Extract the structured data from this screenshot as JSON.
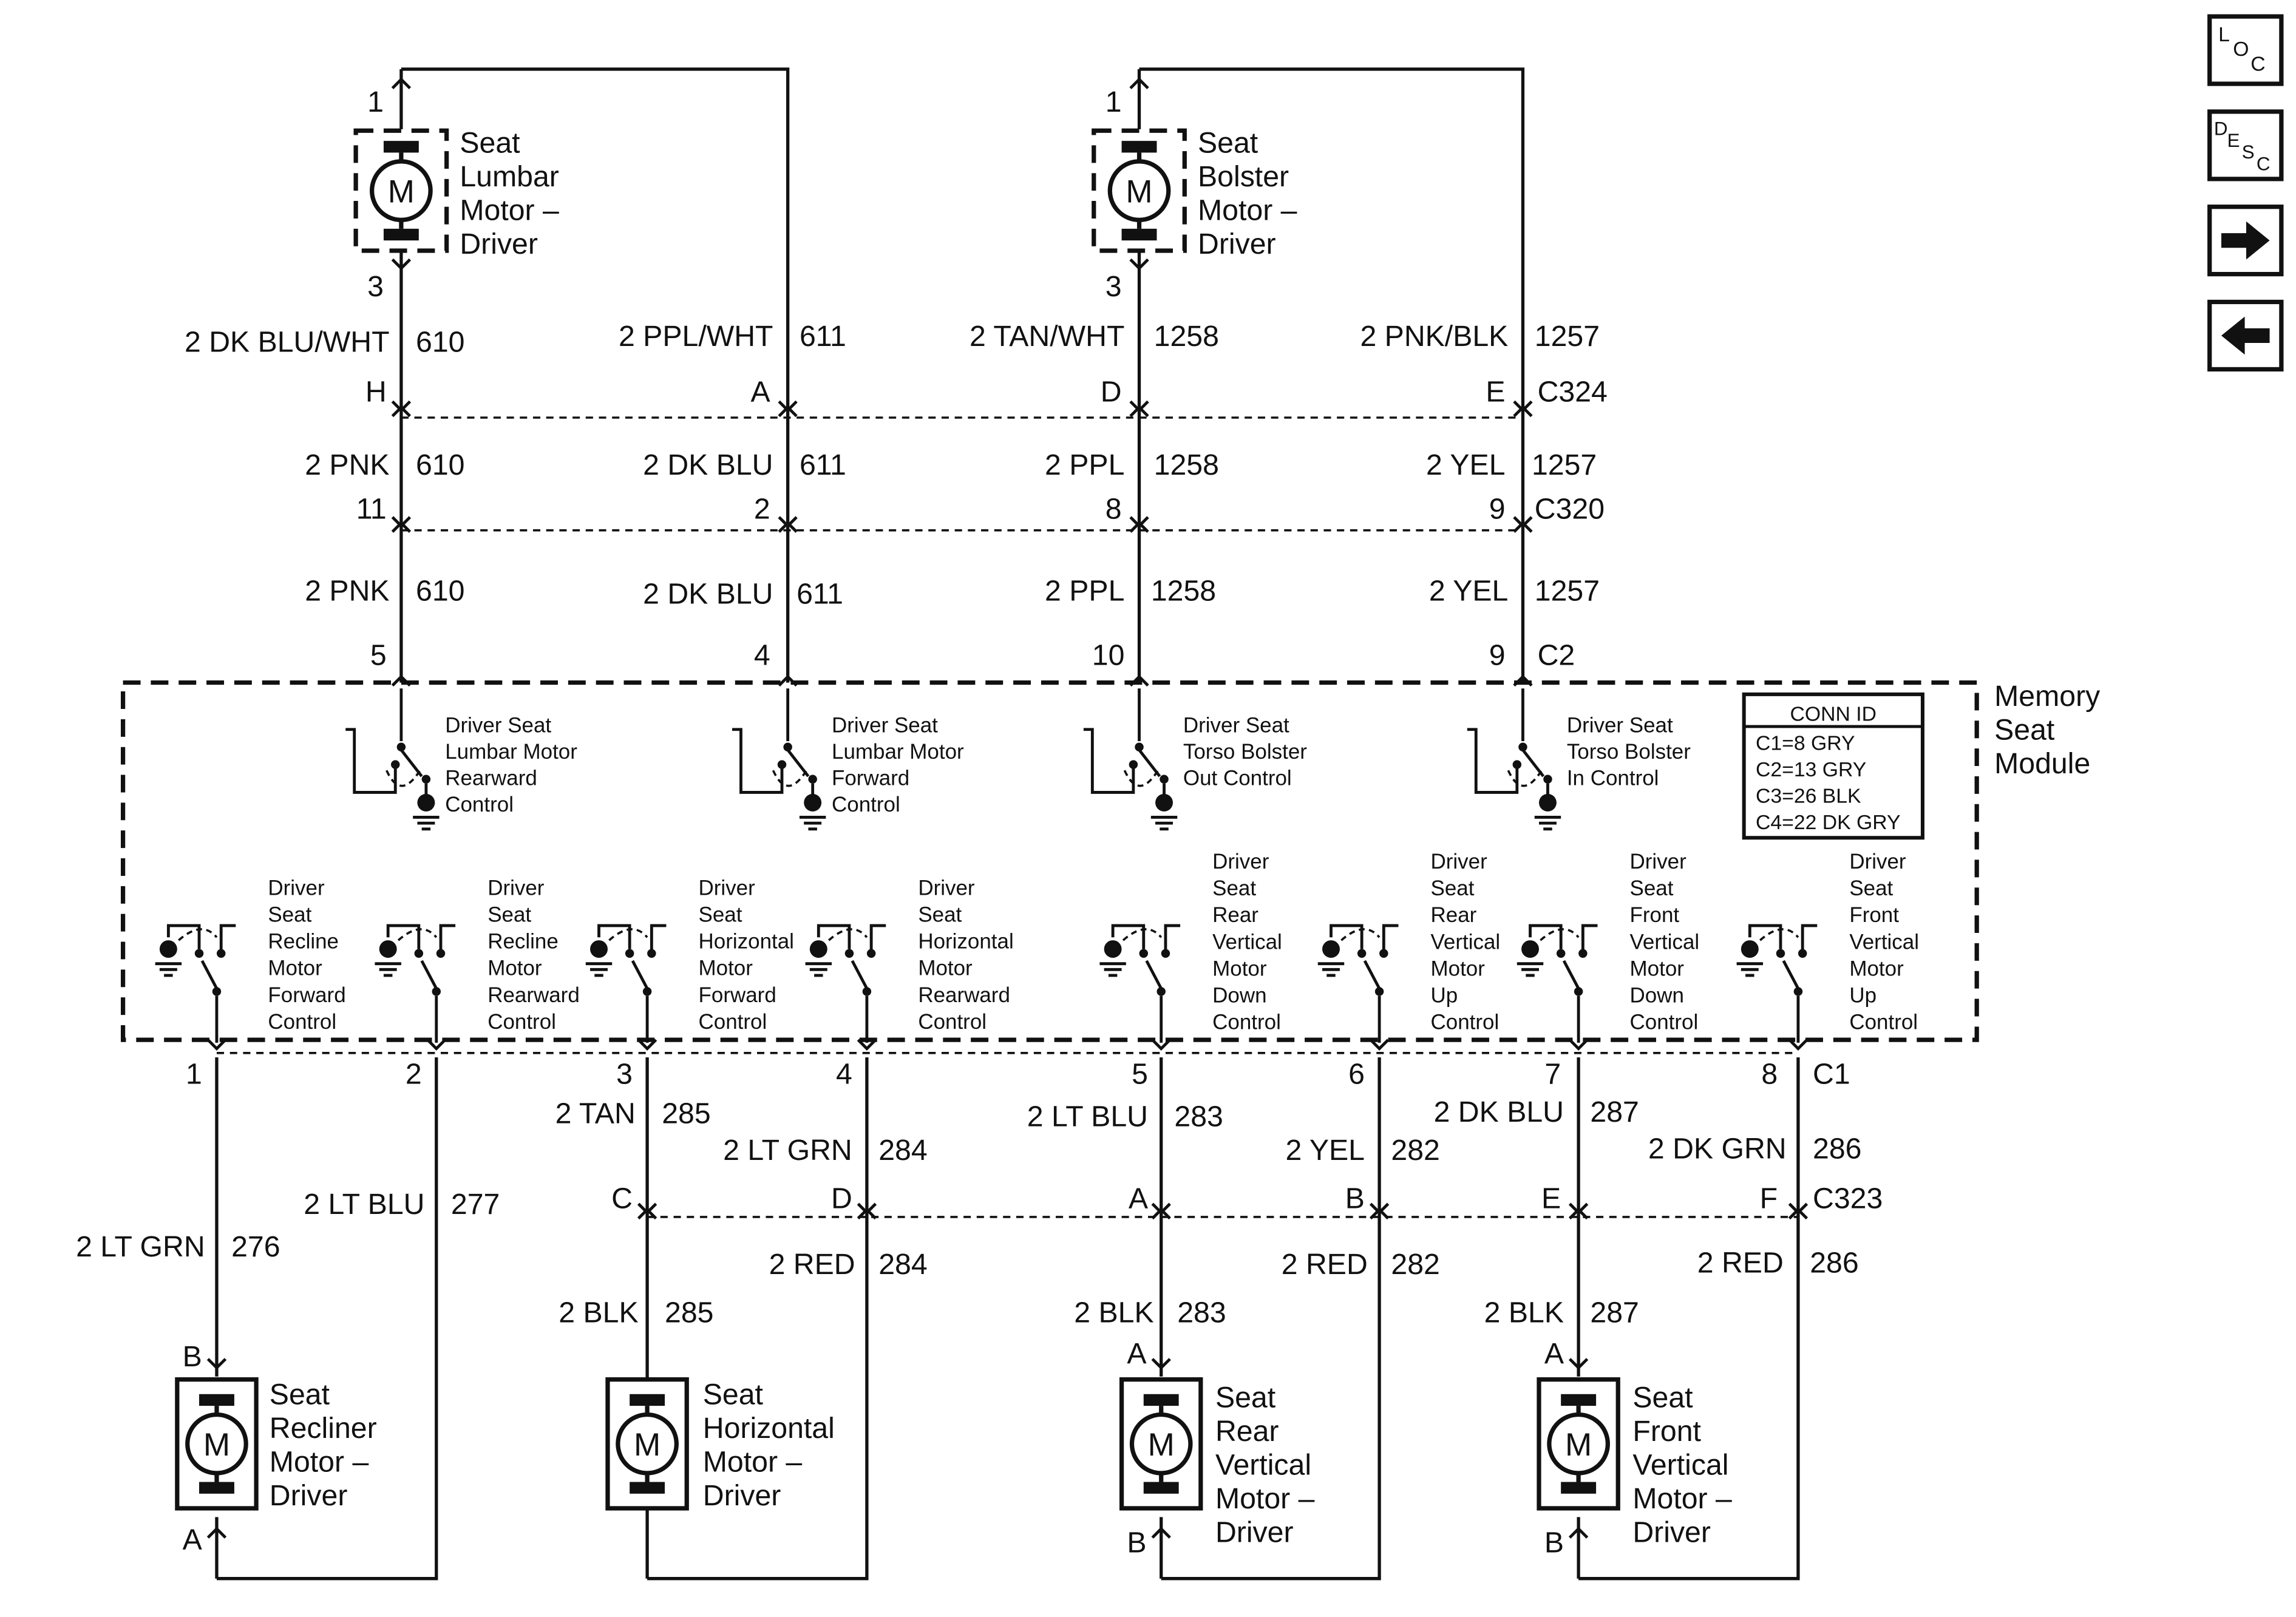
{
  "nav": {
    "loc": {
      "l": "L",
      "o": "O",
      "c": "C"
    },
    "desc": {
      "d": "D",
      "e": "E",
      "s": "S",
      "c": "C"
    }
  },
  "connectors": {
    "c324": "C324",
    "c320": "C320",
    "c2": "C2",
    "c1": "C1",
    "c323": "C323"
  },
  "module": {
    "title": [
      "Memory",
      "Seat",
      "Module"
    ],
    "conn_id": {
      "header": "CONN ID",
      "rows": [
        "C1=8 GRY",
        "C2=13 GRY",
        "C3=26 BLK",
        "C4=22 DK GRY"
      ]
    },
    "top_switches": [
      [
        "Driver Seat",
        "Lumbar Motor",
        "Rearward",
        "Control"
      ],
      [
        "Driver Seat",
        "Lumbar Motor",
        "Forward",
        "Control"
      ],
      [
        "Driver Seat",
        "Torso Bolster",
        "Out Control"
      ],
      [
        "Driver Seat",
        "Torso Bolster",
        "In Control"
      ]
    ],
    "bottom_switches": [
      [
        "Driver",
        "Seat",
        "Recline",
        "Motor",
        "Forward",
        "Control"
      ],
      [
        "Driver",
        "Seat",
        "Recline",
        "Motor",
        "Rearward",
        "Control"
      ],
      [
        "Driver",
        "Seat",
        "Horizontal",
        "Motor",
        "Forward",
        "Control"
      ],
      [
        "Driver",
        "Seat",
        "Horizontal",
        "Motor",
        "Rearward",
        "Control"
      ],
      [
        "Driver",
        "Seat",
        "Rear",
        "Vertical",
        "Motor",
        "Down",
        "Control"
      ],
      [
        "Driver",
        "Seat",
        "Rear",
        "Vertical",
        "Motor",
        "Up",
        "Control"
      ],
      [
        "Driver",
        "Seat",
        "Front",
        "Vertical",
        "Motor",
        "Down",
        "Control"
      ],
      [
        "Driver",
        "Seat",
        "Front",
        "Vertical",
        "Motor",
        "Up",
        "Control"
      ]
    ]
  },
  "motors": {
    "motor_symbol": "M",
    "lumbar": {
      "name": [
        "Seat",
        "Lumbar",
        "Motor –",
        "Driver"
      ],
      "pin_top": "1",
      "pin_bottom": "3"
    },
    "bolster": {
      "name": [
        "Seat",
        "Bolster",
        "Motor –",
        "Driver"
      ],
      "pin_top": "1",
      "pin_bottom": "3"
    },
    "recliner": {
      "name": [
        "Seat",
        "Recliner",
        "Motor –",
        "Driver"
      ],
      "pin_top": "B",
      "pin_bottom": "A"
    },
    "horizontal": {
      "name": [
        "Seat",
        "Horizontal",
        "Motor –",
        "Driver"
      ]
    },
    "rear_vertical": {
      "name": [
        "Seat",
        "Rear",
        "Vertical",
        "Motor –",
        "Driver"
      ],
      "pin_top": "A",
      "pin_bottom": "B"
    },
    "front_vertical": {
      "name": [
        "Seat",
        "Front",
        "Vertical",
        "Motor –",
        "Driver"
      ],
      "pin_top": "A",
      "pin_bottom": "B"
    }
  },
  "upper_wires": {
    "seg1": [
      {
        "color": "2 DK BLU/WHT",
        "circuit": "610"
      },
      {
        "color": "2 PPL/WHT",
        "circuit": "611"
      },
      {
        "color": "2 TAN/WHT",
        "circuit": "1258"
      },
      {
        "color": "2 PNK/BLK",
        "circuit": "1257"
      }
    ],
    "c324_pins": [
      "H",
      "A",
      "D",
      "E"
    ],
    "seg2": [
      {
        "color": "2 PNK",
        "circuit": "610"
      },
      {
        "color": "2 DK BLU",
        "circuit": "611"
      },
      {
        "color": "2 PPL",
        "circuit": "1258"
      },
      {
        "color": "2 YEL",
        "circuit": "1257"
      }
    ],
    "c320_pins": [
      "11",
      "2",
      "8",
      "9"
    ],
    "seg3": [
      {
        "color": "2 PNK",
        "circuit": "610"
      },
      {
        "color": "2 DK BLU",
        "circuit": "611"
      },
      {
        "color": "2 PPL",
        "circuit": "1258"
      },
      {
        "color": "2 YEL",
        "circuit": "1257"
      }
    ],
    "c2_pins": [
      "5",
      "4",
      "10",
      "9"
    ]
  },
  "lower_wires": {
    "c1_pins": [
      "1",
      "2",
      "3",
      "4",
      "5",
      "6",
      "7",
      "8"
    ],
    "seg1": [
      {
        "color": "2 LT GRN",
        "circuit": "276"
      },
      {
        "color": "2 LT BLU",
        "circuit": "277"
      },
      {
        "color": "2 TAN",
        "circuit": "285"
      },
      {
        "color": "2 LT GRN",
        "circuit": "284"
      },
      {
        "color": "2 LT BLU",
        "circuit": "283"
      },
      {
        "color": "2 YEL",
        "circuit": "282"
      },
      {
        "color": "2 DK BLU",
        "circuit": "287"
      },
      {
        "color": "2 DK GRN",
        "circuit": "286"
      }
    ],
    "c323_pins": [
      "C",
      "D",
      "A",
      "B",
      "E",
      "F"
    ],
    "seg2": [
      {
        "color": "2 BLK",
        "circuit": "285"
      },
      {
        "color": "2 RED",
        "circuit": "284"
      },
      {
        "color": "2 BLK",
        "circuit": "283"
      },
      {
        "color": "2 RED",
        "circuit": "282"
      },
      {
        "color": "2 BLK",
        "circuit": "287"
      },
      {
        "color": "2 RED",
        "circuit": "286"
      }
    ]
  }
}
